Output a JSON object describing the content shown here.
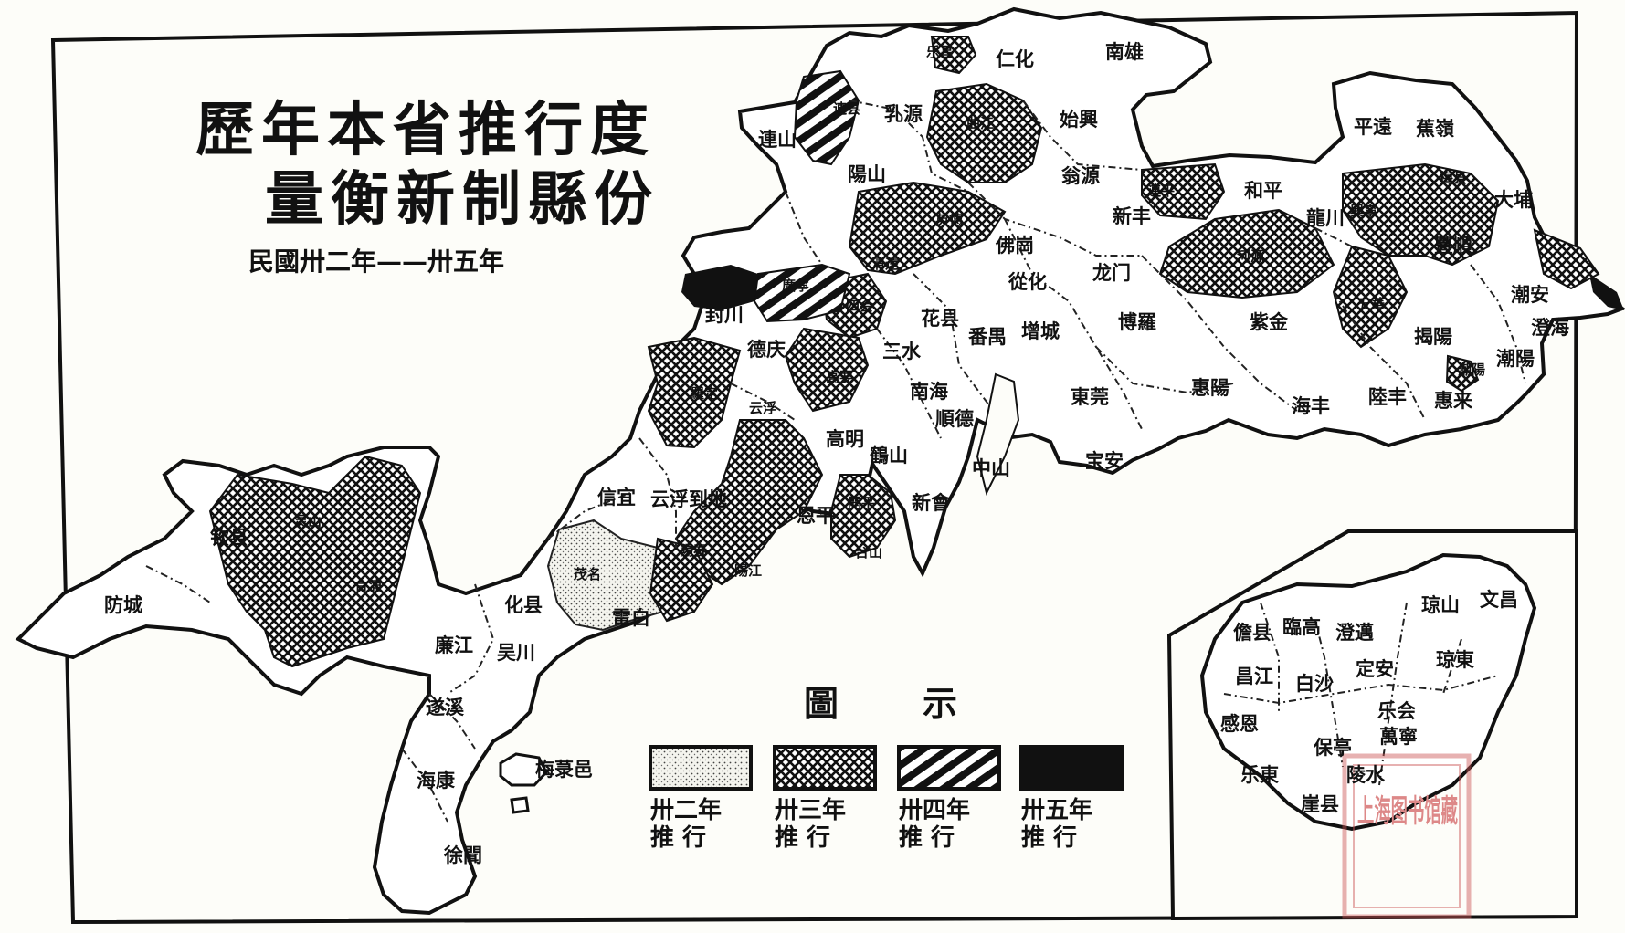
{
  "map": {
    "title_line1": "歷年本省推行度",
    "title_line2": "量衡新制縣份",
    "subtitle": "民國卅二年——卅五年",
    "legend": {
      "title_a": "圖",
      "title_b": "示",
      "items": [
        {
          "pattern": "dots",
          "line1": "卅二年",
          "line2": "推 行"
        },
        {
          "pattern": "crosshatch",
          "line1": "卅三年",
          "line2": "推 行"
        },
        {
          "pattern": "diagonal",
          "line1": "卅四年",
          "line2": "推 行"
        },
        {
          "pattern": "solid",
          "line1": "卅五年",
          "line2": "推 行"
        }
      ]
    },
    "counties": {
      "c1": "南雄",
      "c2": "仁化",
      "c3": "乳源",
      "c4": "曲江",
      "c5": "始興",
      "c6": "連山",
      "c7": "陽山",
      "c8": "翁源",
      "c9": "和平",
      "c10": "平遠",
      "c11": "蕉嶺",
      "c12": "梅县",
      "c13": "大埔",
      "c14": "新丰",
      "c15": "英德",
      "c16": "龍川",
      "c17": "連平",
      "c18": "河源",
      "c19": "興寧",
      "c20": "豐順",
      "c21": "五華",
      "c22": "佛崗",
      "c23": "清遠",
      "c24": "從化",
      "c25": "龙门",
      "c26": "潮安",
      "c27": "澄海",
      "c28": "封川",
      "c29": "廣寧",
      "c30": "四会",
      "c31": "花县",
      "c32": "番禺",
      "c33": "增城",
      "c34": "博羅",
      "c35": "紫金",
      "c36": "揭陽",
      "c37": "潮陽",
      "c38": "德庆",
      "c39": "三水",
      "c40": "高要",
      "c41": "南海",
      "c42": "東莞",
      "c43": "惠陽",
      "c44": "海丰",
      "c45": "陸丰",
      "c46": "惠来",
      "c47": "云浮",
      "c48": "羅定",
      "c49": "順德",
      "c50": "高明",
      "c51": "鶴山",
      "c52": "宝安",
      "c53": "中山",
      "c54": "新會",
      "c55": "信宜",
      "c56": "云浮到地",
      "c57": "恩平",
      "c58": "開平",
      "c59": "台山",
      "c60": "灵山",
      "c61": "钦县",
      "c62": "防城",
      "c63": "合浦",
      "c64": "茂名",
      "c65": "電白",
      "c66": "陽春",
      "c67": "陽江",
      "c68": "化县",
      "c69": "廉江",
      "c70": "吴川",
      "c71": "遂溪",
      "c72": "海康",
      "c73": "徐聞",
      "c74": "梅菉邑",
      "c75": "連县",
      "c76": "乐昌",
      "c77": "潮陽"
    },
    "hainan": {
      "h1": "文昌",
      "h2": "琼山",
      "h3": "定安",
      "h4": "琼東",
      "h5": "澄邁",
      "h6": "臨高",
      "h7": "儋县",
      "h8": "昌江",
      "h9": "白沙",
      "h10": "感恩",
      "h11": "保亭",
      "h12": "乐会",
      "h13": "萬寧",
      "h14": "陵水",
      "h15": "崖县",
      "h16": "乐東"
    },
    "seal": {
      "text": "上海图书馆藏"
    }
  }
}
